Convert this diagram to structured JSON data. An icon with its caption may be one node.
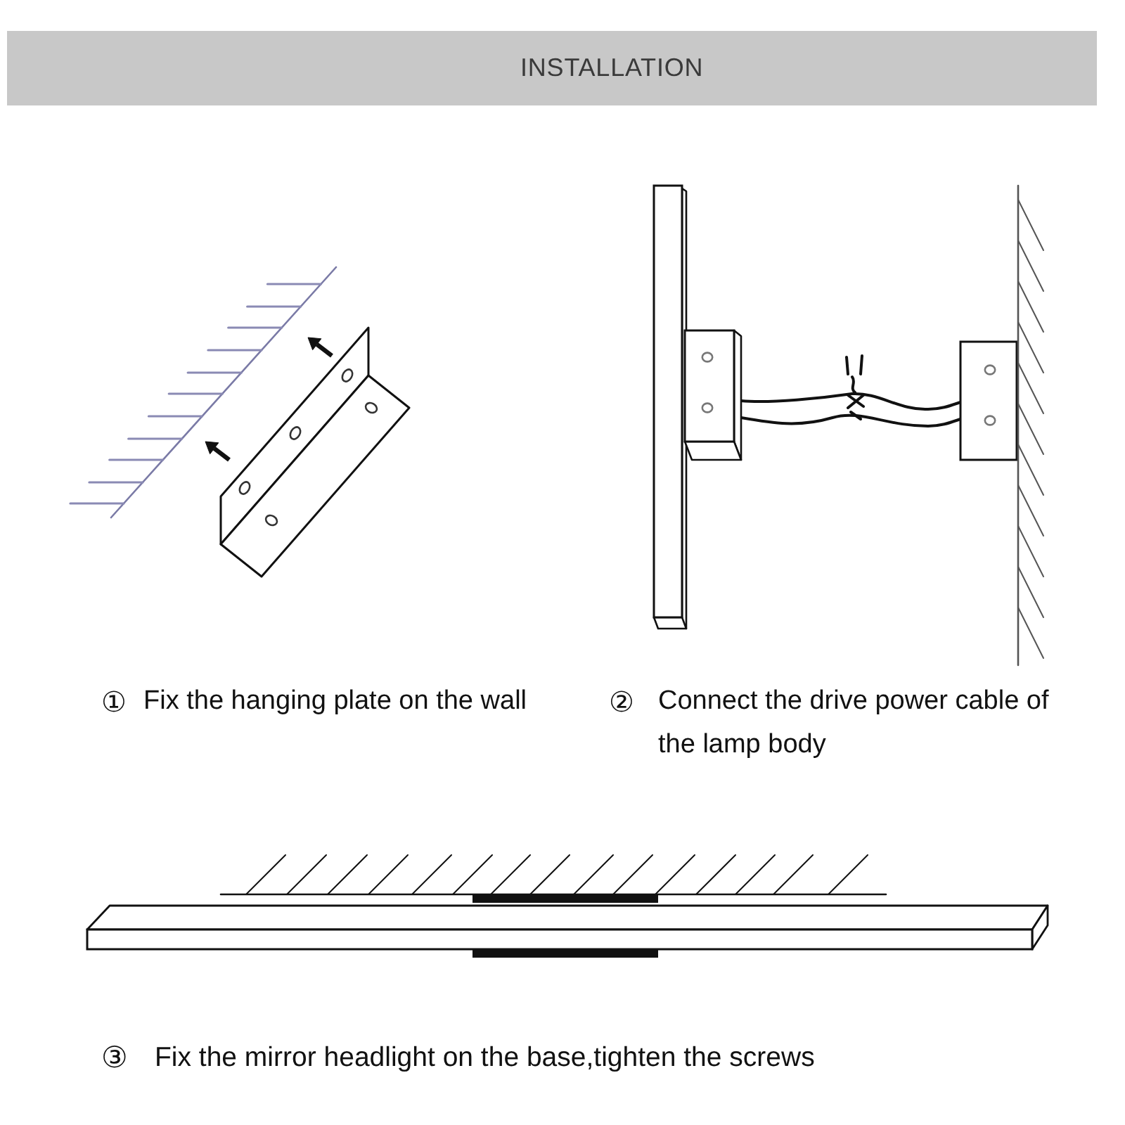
{
  "diagram": {
    "title": "INSTALLATION",
    "labels": [
      "①",
      "Fix the hanging plate on the wall",
      "②",
      "Connect the drive power cable of the lamp body",
      "③",
      "Fix the mirror headlight on the base,tighten the screws"
    ]
  }
}
